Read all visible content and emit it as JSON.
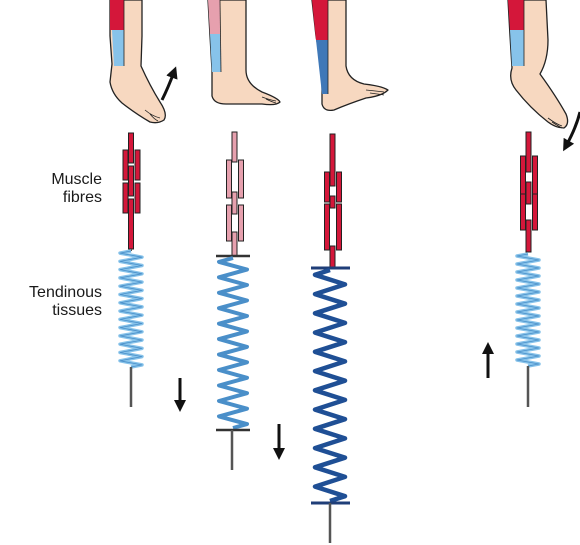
{
  "labels": {
    "muscle_line1": "Muscle",
    "muscle_line2": "fibres",
    "tendon_line1": "Tendinous",
    "tendon_line2": "tissues"
  },
  "colors": {
    "background": "#ffffff",
    "skin": "#f7d8c0",
    "outline": "#222222",
    "muscle_active": "#d4173a",
    "muscle_relaxed": "#e6a0ae",
    "tendon_light": "#87c3ea",
    "tendon_medium": "#4a8fc9",
    "tendon_dark": "#1f4f95",
    "rod": "#555555",
    "arrow": "#111111"
  },
  "panels": [
    {
      "id": "panel-1",
      "foot": "dorsiflexing",
      "muscle": "active",
      "tendon": "short-light",
      "motion_arrow": "curved-up",
      "rod_arrow": "down"
    },
    {
      "id": "panel-2",
      "foot": "flat",
      "muscle": "relaxed",
      "tendon": "medium",
      "rod_arrow": "down"
    },
    {
      "id": "panel-3",
      "foot": "flat",
      "muscle": "active",
      "tendon": "long-dark"
    },
    {
      "id": "panel-4",
      "foot": "plantarflexing",
      "muscle": "active",
      "tendon": "short-light",
      "motion_arrow": "curved-down",
      "rod_arrow": "up"
    }
  ]
}
